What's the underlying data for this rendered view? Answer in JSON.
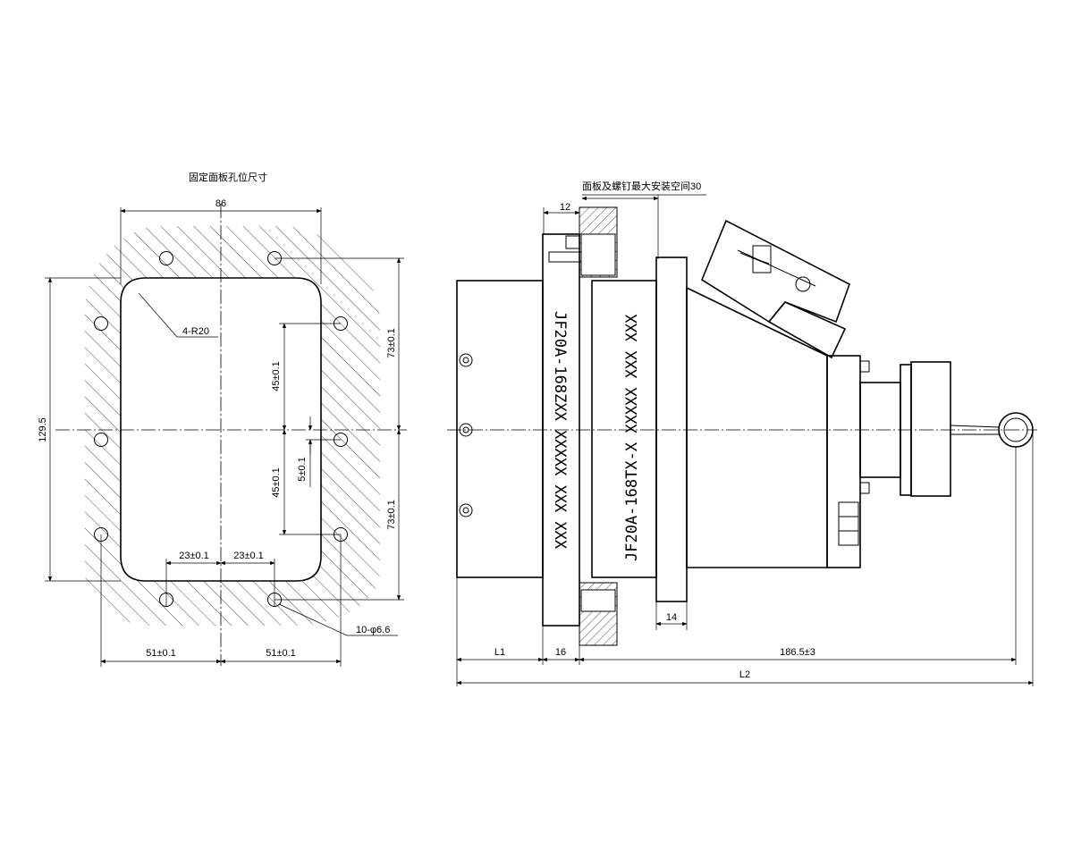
{
  "left_view": {
    "title": "固定面板孔位尺寸",
    "dim_width_top": "86",
    "dim_height_left": "129.5",
    "dim_right_upper": "73±0.1",
    "dim_right_lower": "73±0.1",
    "dim_inner_upper": "45±0.1",
    "dim_inner_lower": "45±0.1",
    "dim_offset": "5±0.1",
    "dim_bottom_left_inner": "23±0.1",
    "dim_bottom_right_inner": "23±0.1",
    "dim_bottom_left": "51±0.1",
    "dim_bottom_right": "51±0.1",
    "callout_radius": "4-R20",
    "callout_holes": "10-φ6.6"
  },
  "right_view": {
    "callout_clearance": "面板及螺钉最大安装空间30",
    "dim_flange": "12",
    "dim_plate": "14",
    "dim_l1": "L1",
    "dim_16": "16",
    "dim_length": "186.5±3",
    "dim_l2": "L2",
    "marking_plug": "JF20A-168ZXX XXXXX XXX XXX",
    "marking_socket": "JF20A-168TX-X XXXXX XXX XXX"
  }
}
